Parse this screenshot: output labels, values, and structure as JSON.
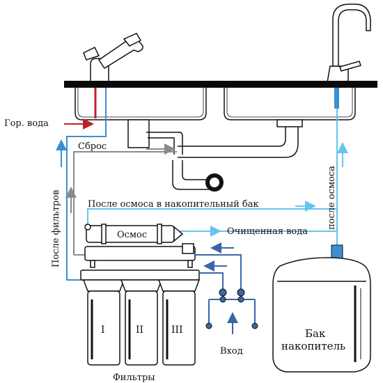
{
  "labels": {
    "hot_water": "Гор. вода",
    "drain": "Сброс",
    "after_filters": "После фильтров",
    "after_osmosis_to_tank": "После осмоса в накопительный бак",
    "after_osmosis": "после осмоса",
    "osmosis": "Осмос",
    "purified_water": "Очищенная вода",
    "input": "Вход",
    "filters": "Фильтры",
    "tank_line1": "Бак",
    "tank_line2": "накопитель"
  },
  "filters": [
    {
      "numeral": "I"
    },
    {
      "numeral": "II"
    },
    {
      "numeral": "III"
    }
  ],
  "colors": {
    "hot_line": "#c0202a",
    "cold_line": "#3b8fd1",
    "purified_line": "#67c3ef",
    "drain_line": "#8a8a8a",
    "input_arrows": "#3a66a8",
    "outline": "#111111",
    "countertop": "#0a0a0a"
  }
}
